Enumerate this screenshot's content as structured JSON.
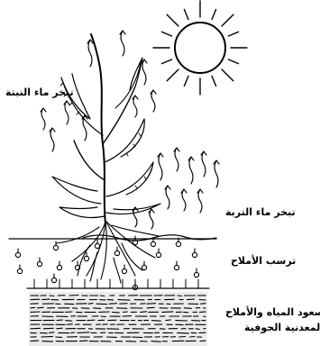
{
  "labels": {
    "plant_evaporation": "تبخر ماء النبتة",
    "soil_evaporation": "تبخر ماء التربة",
    "salt_deposition": "ترسب الأملاح",
    "groundwater_rise_line1": "صعود المياه والأملاح",
    "groundwater_rise_line2": "المعدنية الجوفية"
  },
  "icons": {
    "sun": "sun-icon",
    "plant": "plant-icon",
    "vapor": "vapor-arrow-icon",
    "salt": "salt-particle-icon",
    "groundwater": "groundwater-layer"
  },
  "colors": {
    "ink": "#000000",
    "paper": "#ffffff"
  }
}
